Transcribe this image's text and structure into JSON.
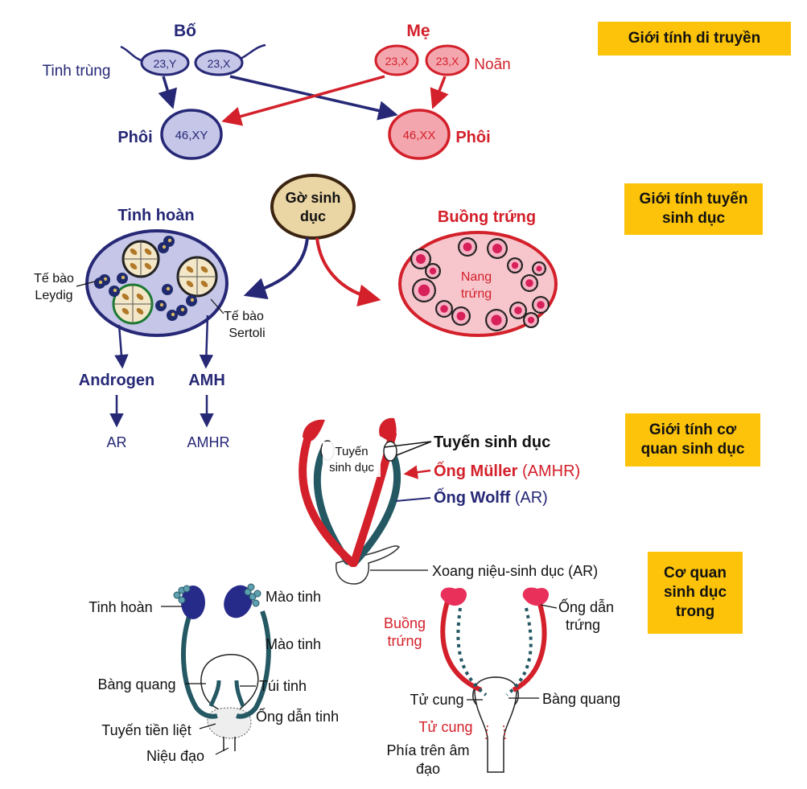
{
  "colors": {
    "navy": "#262876",
    "red": "#d3202a",
    "teal": "#245863",
    "pink": "#f4a6ae",
    "lavender": "#c6c6e8",
    "yellow": "#fcc30a",
    "tan": "#ead5a4"
  },
  "boxes": {
    "genetic": "Giới tính di truyền",
    "gonadal": "Giới tính tuyến\nsinh dục",
    "genital": "Giới tính cơ\nquan sinh dục",
    "internal": "Cơ quan\nsinh dục\ntrong"
  },
  "genetic": {
    "father": "Bố",
    "mother": "Mẹ",
    "sperm_label": "Tinh trùng",
    "egg_label": "Noãn",
    "sperm_y": "23,Y",
    "sperm_x": "23,X",
    "egg_1": "23,X",
    "egg_2": "23,X",
    "embryo_label_male": "Phôi",
    "embryo_label_female": "Phôi",
    "embryo_male": "46,XY",
    "embryo_female": "46,XX"
  },
  "gonadal": {
    "ridge_line1": "Gờ sinh",
    "ridge_line2": "dục",
    "testis": "Tinh hoàn",
    "ovary": "Buồng trứng",
    "follicle_line1": "Nang",
    "follicle_line2": "trứng",
    "leydig_line1": "Tế bào",
    "leydig_line2": "Leydig",
    "sertoli_line1": "Tế bào",
    "sertoli_line2": "Sertoli",
    "androgen": "Androgen",
    "amh": "AMH",
    "ar": "AR",
    "amhr": "AMHR"
  },
  "genital": {
    "inner_gonad_line1": "Tuyến",
    "inner_gonad_line2": "sinh dục",
    "gonad": "Tuyến sinh dục",
    "muller": "Ống Müller",
    "muller_suffix": " (AMHR)",
    "wolff": "Ống Wolff",
    "wolff_suffix": " (AR)",
    "sinus": "Xoang niệu-sinh dục (AR)"
  },
  "male": {
    "testis": "Tinh hoàn",
    "epididymis_1": "Mào tinh",
    "epididymis_2": "Mào tinh",
    "bladder": "Bàng quang",
    "seminal": "Túi tinh",
    "prostate": "Tuyến tiền liệt",
    "vas": "Ống dẫn tinh",
    "urethra": "Niệu đạo"
  },
  "female": {
    "ovary_line1": "Buồng",
    "ovary_line2": "trứng",
    "tube_line1": "Ống dẫn",
    "tube_line2": "trứng",
    "uterus_black": "Tử cung",
    "bladder": "Bàng quang",
    "uterus_red": "Tử cung",
    "vagina_line1": "Phía trên âm",
    "vagina_line2": "đạo"
  }
}
